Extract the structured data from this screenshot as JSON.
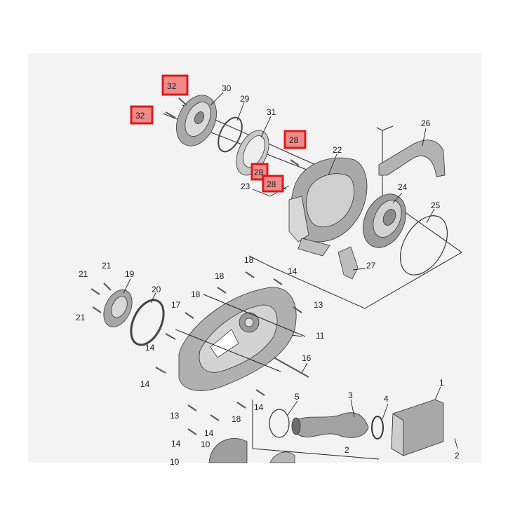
{
  "diagram": {
    "colors": {
      "panel": "#f3f3f3",
      "part_dark": "#8a8a8a",
      "part_mid": "#b8b8b8",
      "part_light": "#dcdcdc",
      "highlight_border": "#d81c1c",
      "highlight_fill": "#f08a8a"
    },
    "highlighted_labels": [
      "32",
      "32",
      "28",
      "28",
      "28"
    ],
    "callouts": {
      "c1": "1",
      "c2a": "2",
      "c2b": "2",
      "c3": "3",
      "c4": "4",
      "c5": "5",
      "c10a": "10",
      "c10b": "10",
      "c11": "11",
      "c13a": "13",
      "c13b": "13",
      "c14a": "14",
      "c14b": "14",
      "c14c": "14",
      "c14d": "14",
      "c14e": "14",
      "c14f": "14",
      "c16": "16",
      "c17": "17",
      "c18a": "18",
      "c18b": "18",
      "c18c": "18",
      "c18d": "18",
      "c19": "19",
      "c20": "20",
      "c21a": "21",
      "c21b": "21",
      "c21c": "21",
      "c22": "22",
      "c23": "23",
      "c24": "24",
      "c25": "25",
      "c26": "26",
      "c27": "27",
      "c28a": "28",
      "c28b": "28",
      "c28c": "28",
      "c29": "29",
      "c30": "30",
      "c31": "31",
      "c32a": "32",
      "c32b": "32"
    }
  }
}
